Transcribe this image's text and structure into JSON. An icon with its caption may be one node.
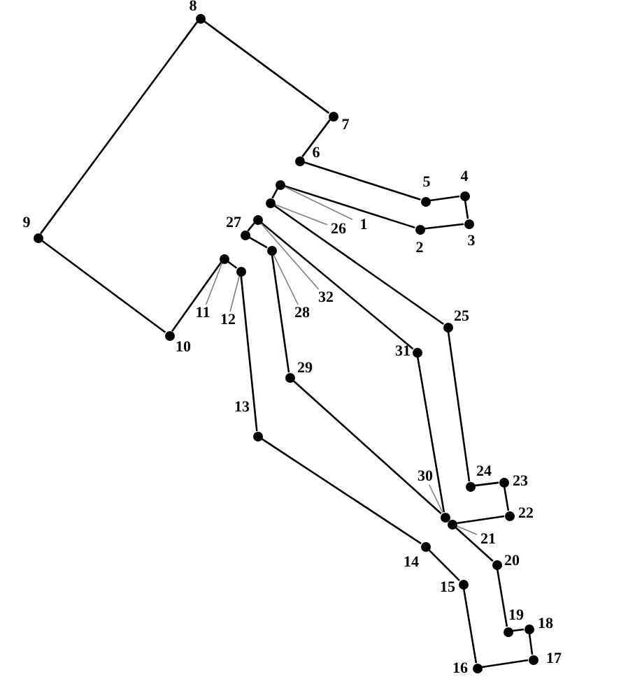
{
  "diagram": {
    "nodes": [
      {
        "text": [],
        "shape": "circle"
      },
      {
        "text": [],
        "shape": "circle",
        "beside": [
          "2"
        ]
      },
      {
        "text": [],
        "shape": "circle",
        "beside": [
          "3"
        ]
      },
      {
        "text": [],
        "shape": "circle",
        "beside": [
          "4"
        ]
      },
      {
        "text": [],
        "shape": "circle",
        "beside": [
          "5"
        ]
      },
      {
        "text": [],
        "shape": "circle",
        "beside": [
          "6"
        ]
      },
      {
        "text": [],
        "shape": "circle",
        "beside": [
          "7"
        ]
      },
      {
        "text": [],
        "shape": "circle",
        "beside": [
          "8"
        ]
      },
      {
        "text": [],
        "shape": "circle",
        "beside": [
          "9"
        ]
      },
      {
        "text": [],
        "shape": "circle",
        "beside": [
          "10"
        ]
      },
      {
        "text": [],
        "shape": "circle"
      },
      {
        "text": [],
        "shape": "circle"
      },
      {
        "text": [],
        "shape": "circle",
        "beside": [
          "13"
        ]
      },
      {
        "text": [],
        "shape": "circle",
        "beside": [
          "14"
        ]
      },
      {
        "text": [],
        "shape": "circle",
        "beside": [
          "15"
        ]
      },
      {
        "text": [],
        "shape": "circle",
        "beside": [
          "16"
        ]
      },
      {
        "text": [],
        "shape": "circle",
        "beside": [
          "17"
        ]
      },
      {
        "text": [],
        "shape": "circle",
        "beside": [
          "18"
        ]
      },
      {
        "text": [],
        "shape": "circle",
        "beside": [
          "19"
        ]
      },
      {
        "text": [],
        "shape": "circle",
        "beside": [
          "20"
        ]
      },
      {
        "text": [],
        "shape": "circle"
      },
      {
        "text": [],
        "shape": "circle",
        "beside": [
          "22"
        ]
      },
      {
        "text": [],
        "shape": "circle",
        "beside": [
          "23"
        ]
      },
      {
        "text": [],
        "shape": "circle",
        "beside": [
          "24"
        ]
      },
      {
        "text": [],
        "shape": "circle",
        "beside": [
          "25"
        ]
      },
      {
        "text": [],
        "shape": "circle"
      },
      {
        "text": [],
        "shape": "circle",
        "beside": [
          "27"
        ]
      },
      {
        "text": [],
        "shape": "circle"
      },
      {
        "text": [],
        "shape": "circle",
        "beside": [
          "29"
        ]
      },
      {
        "text": [],
        "shape": "circle"
      },
      {
        "text": [],
        "shape": "circle",
        "beside": [
          "31"
        ]
      },
      {
        "text": [],
        "shape": "circle"
      },
      {
        "text": [
          "1"
        ]
      },
      {
        "text": [
          "26"
        ]
      },
      {
        "text": [
          "11"
        ]
      },
      {
        "text": [
          "12"
        ]
      },
      {
        "text": [
          "32"
        ]
      },
      {
        "text": [
          "28"
        ]
      },
      {
        "text": [
          "30"
        ]
      },
      {
        "text": [
          "21"
        ]
      }
    ],
    "edges": [
      {
        "from": 0,
        "to": 1,
        "arrow": "none"
      },
      {
        "from": 1,
        "to": 2,
        "arrow": "none"
      },
      {
        "from": 2,
        "to": 3,
        "arrow": "none"
      },
      {
        "from": 3,
        "to": 4,
        "arrow": "none"
      },
      {
        "from": 4,
        "to": 5,
        "arrow": "none"
      },
      {
        "from": 5,
        "to": 6,
        "arrow": "none"
      },
      {
        "from": 6,
        "to": 7,
        "arrow": "none"
      },
      {
        "from": 7,
        "to": 8,
        "arrow": "none"
      },
      {
        "from": 8,
        "to": 9,
        "arrow": "none"
      },
      {
        "from": 9,
        "to": 10,
        "arrow": "none"
      },
      {
        "from": 10,
        "to": 11,
        "arrow": "none"
      },
      {
        "from": 11,
        "to": 12,
        "arrow": "none"
      },
      {
        "from": 12,
        "to": 13,
        "arrow": "none"
      },
      {
        "from": 13,
        "to": 14,
        "arrow": "none"
      },
      {
        "from": 14,
        "to": 15,
        "arrow": "none"
      },
      {
        "from": 15,
        "to": 16,
        "arrow": "none"
      },
      {
        "from": 16,
        "to": 17,
        "arrow": "none"
      },
      {
        "from": 17,
        "to": 18,
        "arrow": "none"
      },
      {
        "from": 18,
        "to": 19,
        "arrow": "none"
      },
      {
        "from": 19,
        "to": 20,
        "arrow": "none"
      },
      {
        "from": 20,
        "to": 21,
        "arrow": "none"
      },
      {
        "from": 21,
        "to": 22,
        "arrow": "none"
      },
      {
        "from": 22,
        "to": 23,
        "arrow": "none"
      },
      {
        "from": 23,
        "to": 24,
        "arrow": "none"
      },
      {
        "from": 24,
        "to": 25,
        "arrow": "none"
      },
      {
        "from": 25,
        "to": 0,
        "arrow": "none"
      },
      {
        "from": 26,
        "to": 27,
        "arrow": "none"
      },
      {
        "from": 27,
        "to": 28,
        "arrow": "none"
      },
      {
        "from": 28,
        "to": 29,
        "arrow": "none"
      },
      {
        "from": 29,
        "to": 30,
        "arrow": "none"
      },
      {
        "from": 30,
        "to": 31,
        "arrow": "none"
      },
      {
        "from": 31,
        "to": 26,
        "arrow": "none"
      },
      {
        "from": 32,
        "to": 0,
        "arrow": "none",
        "color": "#808080"
      },
      {
        "from": 33,
        "to": 25,
        "arrow": "none",
        "color": "#808080"
      },
      {
        "from": 34,
        "to": 10,
        "arrow": "none",
        "color": "#808080"
      },
      {
        "from": 35,
        "to": 11,
        "arrow": "none",
        "color": "#808080"
      },
      {
        "from": 36,
        "to": 31,
        "arrow": "none",
        "color": "#808080"
      },
      {
        "from": 37,
        "to": 27,
        "arrow": "none",
        "color": "#808080"
      },
      {
        "from": 38,
        "to": 29,
        "arrow": "none",
        "color": "#808080"
      },
      {
        "from": 39,
        "to": 20,
        "arrow": "none",
        "color": "#808080"
      }
    ]
  }
}
